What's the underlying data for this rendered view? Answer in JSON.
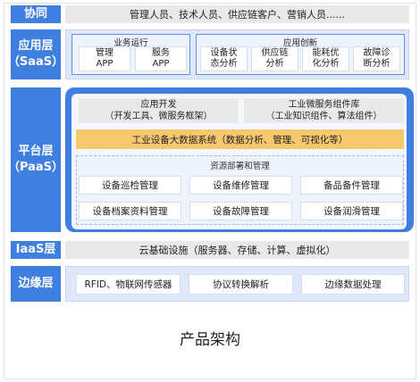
{
  "layers": {
    "collab": {
      "label": "协同",
      "content": "管理人员、技术人员、供应链客户、营销人员......"
    },
    "saas": {
      "label_line1": "应用层",
      "label_line2": "（SaaS）",
      "ops_title": "业务运行",
      "ops_items": [
        "管理\nAPP",
        "服务\nAPP"
      ],
      "innov_title": "应用创新",
      "innov_items": [
        "设备状\n态分析",
        "供应链\n分析",
        "能耗优\n化分析",
        "故障诊\n断分析"
      ]
    },
    "paas": {
      "label_line1": "平台层",
      "label_line2": "（PaaS）",
      "app_dev_title": "应用开发",
      "app_dev_sub": "（开发工具、微服务框架）",
      "micro_title": "工业微服务组件库",
      "micro_sub": "（工业知识组件、算法组件）",
      "bigdata": "工业设备大数据系统（数据分析、管理、可视化等）",
      "resource_title": "资源部署和管理",
      "resource_items": [
        "设备巡检管理",
        "设备维修管理",
        "备品备件管理",
        "设备档案资料管理",
        "设备故障管理",
        "设备润滑管理"
      ]
    },
    "iaas": {
      "label": "IaaS层",
      "content": "云基础设施（服务器、存储、计算、虚拟化）"
    },
    "edge": {
      "label": "边缘层",
      "items": [
        "RFID、物联网传感器",
        "协议转换解析",
        "边缘数据处理"
      ]
    }
  },
  "caption": "产品架构",
  "colors": {
    "primary_blue": "#3f7fe0",
    "light_blue": "#dfe8fb",
    "gray": "#e9e9ea",
    "orange": "#f8c86f"
  }
}
